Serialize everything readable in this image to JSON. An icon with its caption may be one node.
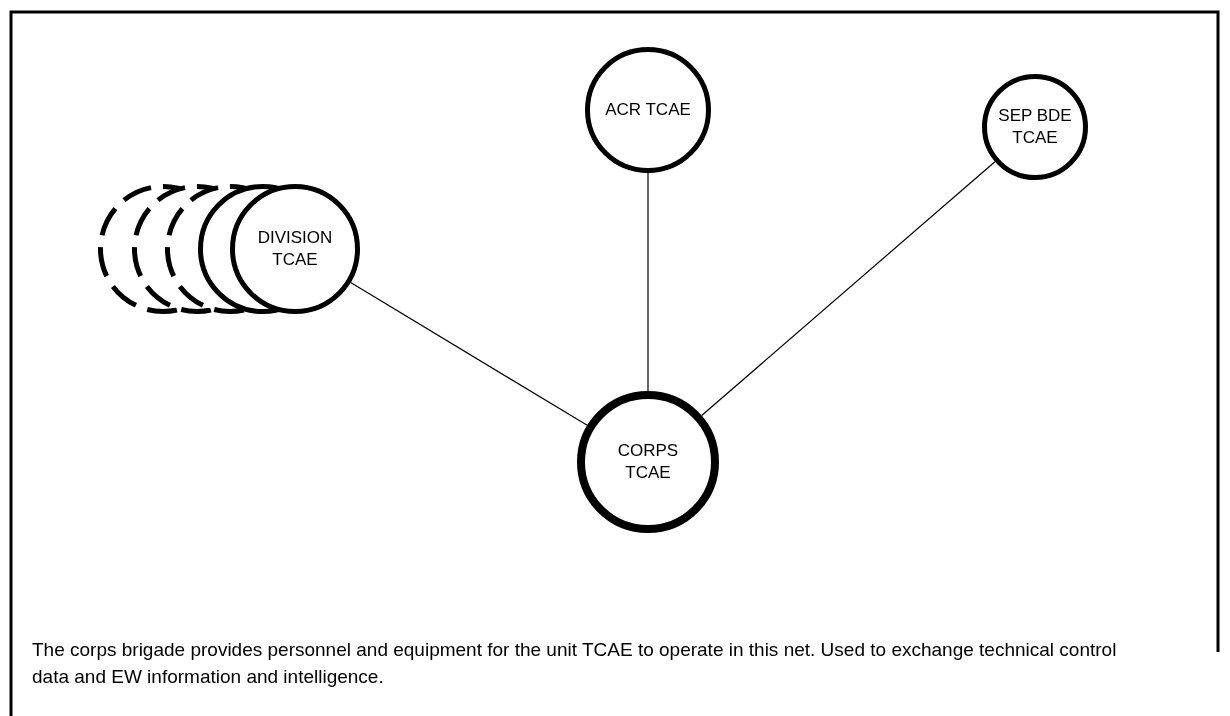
{
  "diagram": {
    "nodes": [
      {
        "text": [
          "ACR TCAE"
        ]
      },
      {
        "text": [
          "DIVISION TCAE"
        ]
      },
      {
        "text": [
          "SEP BDE TCAE"
        ]
      },
      {
        "text": [
          "CORPS TCAE"
        ]
      }
    ],
    "edges": [
      {
        "from": 1,
        "to": 3,
        "arrow": "none"
      },
      {
        "from": 0,
        "to": 3,
        "arrow": "none"
      },
      {
        "from": 2,
        "to": 3,
        "arrow": "none"
      }
    ],
    "caption": "The corps brigade provides personnel and equipment for the unit TCAE to operate in this net. Used to exchange technical control data and EW information and intelligence."
  }
}
